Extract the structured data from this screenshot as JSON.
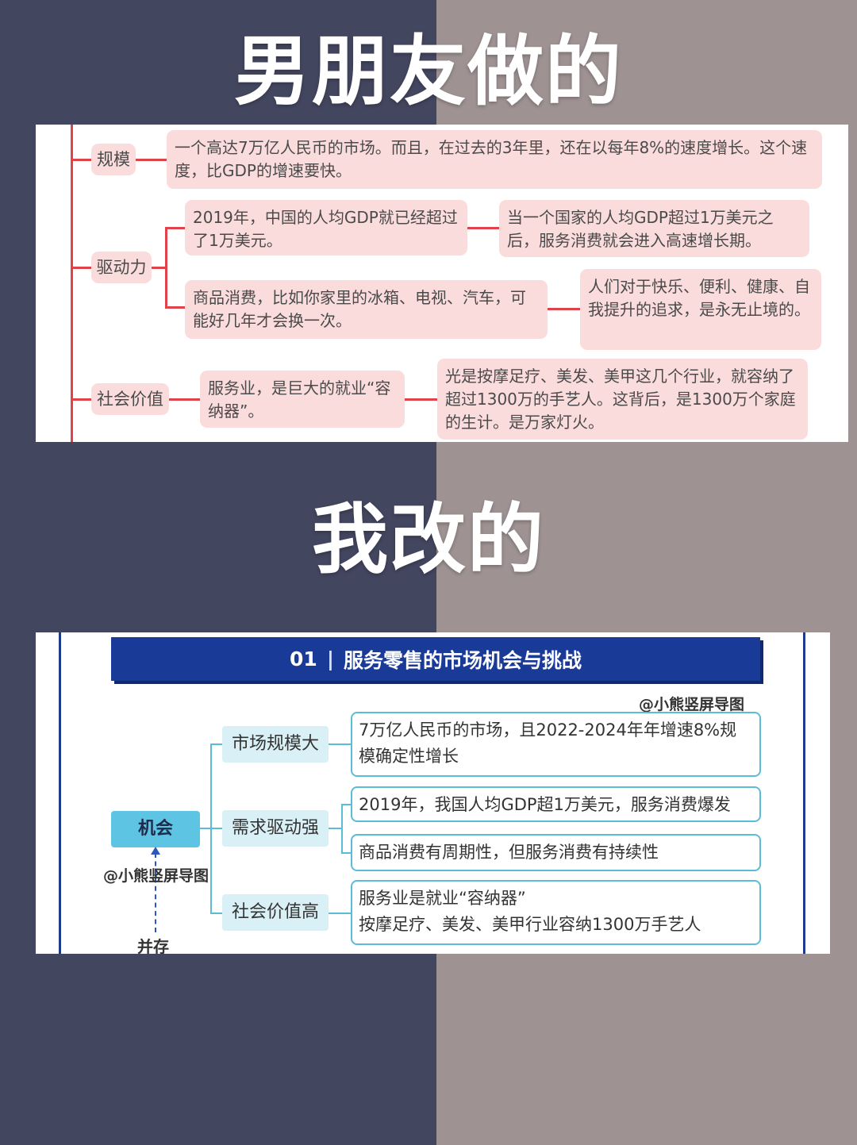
{
  "titles": {
    "top": "男朋友做的",
    "bottom": "我改的"
  },
  "panel1": {
    "cat_scale": "规模",
    "scale_text": "一个高达7万亿人民币的市场。而且，在过去的3年里，还在以每年8%的速度增长。这个速度，比GDP的增速要快。",
    "cat_drive": "驱动力",
    "drive_1": "2019年，中国的人均GDP就已经超过了1万美元。",
    "drive_1b": "当一个国家的人均GDP超过1万美元之后，服务消费就会进入高速增长期。",
    "drive_2": "商品消费，比如你家里的冰箱、电视、汽车，可能好几年才会换一次。",
    "drive_2b": "人们对于快乐、便利、健康、自我提升的追求，是永无止境的。",
    "cat_social": "社会价值",
    "social_1": "服务业，是巨大的就业“容纳器”。",
    "social_1b": "光是按摩足疗、美发、美甲这几个行业，就容纳了超过1300万的手艺人。这背后，是1300万个家庭的生计。是万家灯火。"
  },
  "panel2": {
    "header_num": "01",
    "header_sep": "|",
    "header_title": "服务零售的市场机会与挑战",
    "watermark": "@小熊竖屏导图",
    "root": "机会",
    "cat_1": "市场规模大",
    "leaf_1": "7万亿人民币的市场，且2022-2024年年增速8%规模确定性增长",
    "cat_2": "需求驱动强",
    "leaf_2a": "2019年，我国人均GDP超1万美元，服务消费爆发",
    "leaf_2b": "商品消费有周期性，但服务消费有持续性",
    "cat_3": "社会价值高",
    "leaf_3_line1": "服务业是就业“容纳器”",
    "leaf_3_line2": "按摩足疗、美发、美甲行业容纳1300万手艺人",
    "coexist": "并存"
  },
  "colors": {
    "bg_left": "#43465f",
    "bg_right": "#9e9293",
    "p1_accent": "#e0424a",
    "p1_node": "#fbdcdc",
    "p2_header": "#1a3a97",
    "p2_line": "#5bbcd6",
    "p2_root": "#5ec4e3"
  }
}
